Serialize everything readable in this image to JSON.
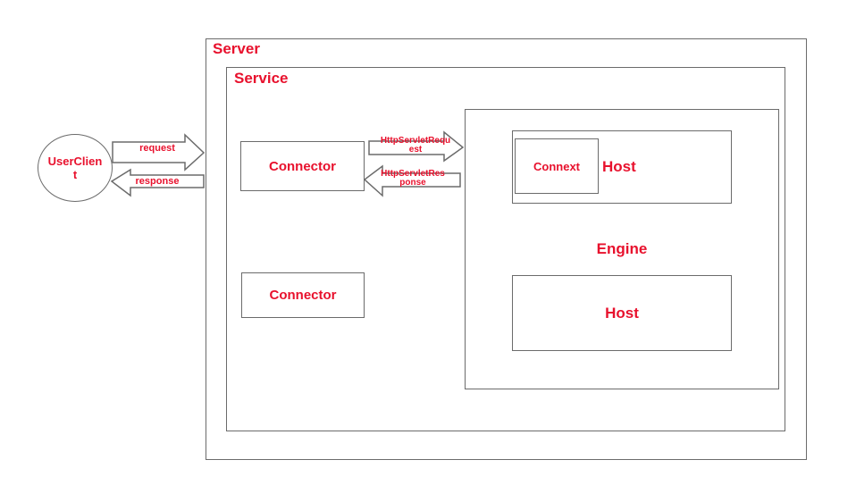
{
  "diagram": {
    "server_label": "Server",
    "service_label": "Service",
    "engine_label": "Engine",
    "client_label_line1": "UserClien",
    "client_label_line2": "t",
    "connector_1_label": "Connector",
    "connector_2_label": "Connector",
    "host_1_label": "Host",
    "host_2_label": "Host",
    "context_label": "Connext",
    "request_label": "request",
    "response_label": "response",
    "servlet_request_line1": "HttpServletRequ",
    "servlet_request_line2": "est",
    "servlet_response_line1": "HttpServletRes",
    "servlet_response_line2": "ponse"
  },
  "colors": {
    "label_red": "#e8112d",
    "border_gray": "#6b6b6b"
  }
}
